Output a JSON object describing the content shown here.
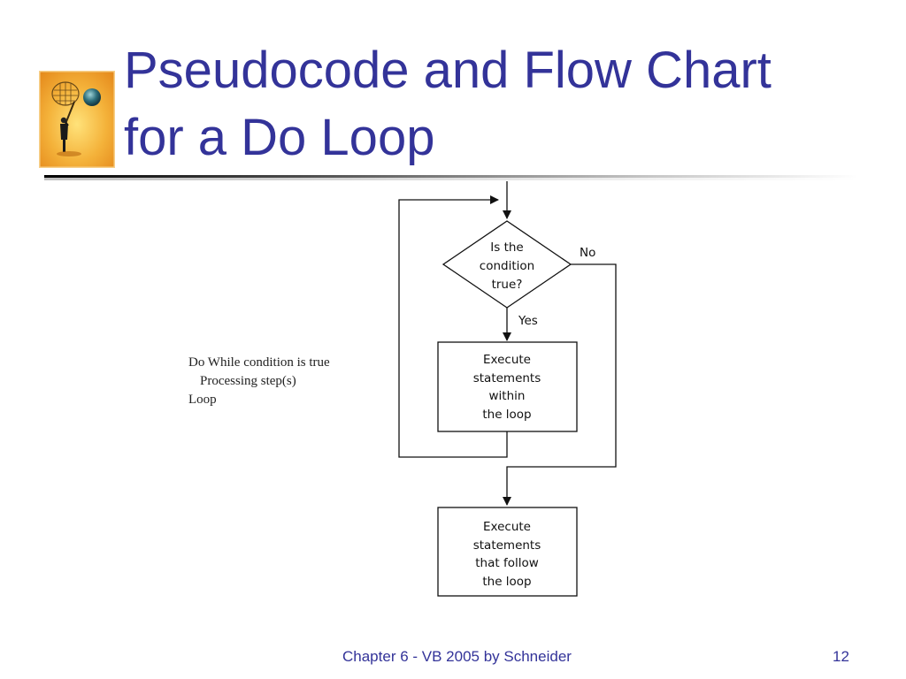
{
  "slide": {
    "title_line1": "Pseudocode and Flow Chart",
    "title_line2": "for a Do Loop",
    "logo_icon": "person-with-net-and-globe-icon",
    "footer": "Chapter 6 - VB 2005 by Schneider",
    "page_number": "12",
    "title_color": "#333399"
  },
  "pseudocode": {
    "line1": "Do While condition is true",
    "line2": "Processing step(s)",
    "line3": "Loop"
  },
  "flowchart": {
    "decision": {
      "line1": "Is the",
      "line2": "condition",
      "line3": "true?"
    },
    "no_label": "No",
    "yes_label": "Yes",
    "process_loop": {
      "line1": "Execute",
      "line2": "statements",
      "line3": "within",
      "line4": "the loop"
    },
    "process_after": {
      "line1": "Execute",
      "line2": "statements",
      "line3": "that follow",
      "line4": "the loop"
    }
  }
}
